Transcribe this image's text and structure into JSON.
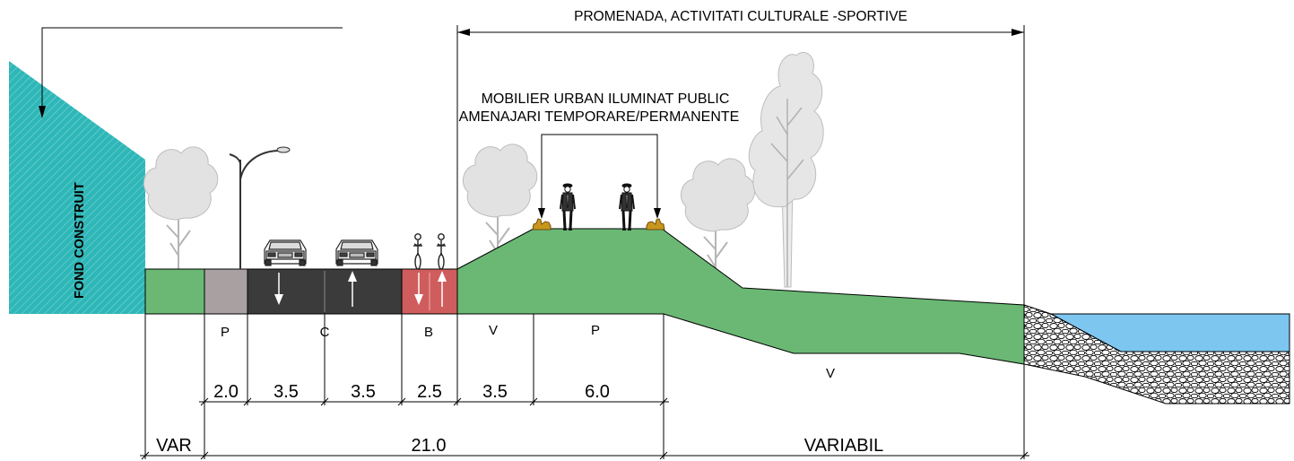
{
  "labels": {
    "promenade_title": "PROMENADA, ACTIVITATI CULTURALE -SPORTIVE",
    "mobilier_line1": "MOBILIER URBAN ILUMINAT PUBLIC",
    "mobilier_line2": "AMENAJARI TEMPORARE/PERMANENTE",
    "fond_construit": "FOND CONSTRUIT"
  },
  "segment_codes": {
    "parking": "P",
    "carriageway": "C",
    "bike_lane": "B",
    "green_v": "V",
    "promenade_p": "P",
    "slope_v": "V"
  },
  "widths": {
    "parking": "2.0",
    "lane_1": "3.5",
    "lane_2": "3.5",
    "bike_lane": "2.5",
    "green_v": "3.5",
    "promenade_p": "6.0"
  },
  "totals": {
    "left": "VAR",
    "middle": "21.0",
    "right": "VARIABIL"
  },
  "colors": {
    "green": "#6ab874",
    "asphalt": "#3b3b3b",
    "parking": "#a9a1a1",
    "bike": "#cf5d5d",
    "water": "#7cc6f0",
    "building": "#2fb7b8",
    "bench": "#c8961e",
    "tree": "#c8c8c8"
  },
  "icons": [
    "street-lamp-icon",
    "car-icon",
    "bicycle-icon",
    "pedestrian-icon",
    "bench-icon",
    "tree-icon",
    "arrow-up-icon",
    "arrow-down-icon"
  ]
}
